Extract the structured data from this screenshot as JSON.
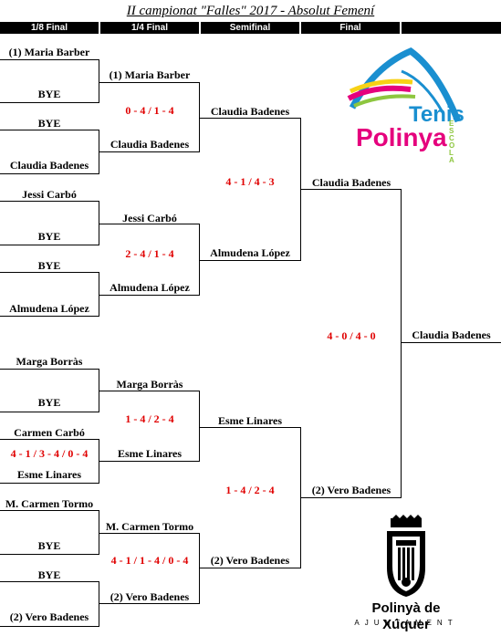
{
  "title": "II campionat \"Falles\" 2017 - Absolut Femení",
  "rounds": [
    "1/8 Final",
    "1/4 Final",
    "Semifinal",
    "Final"
  ],
  "r16": [
    "(1) Maria Barber",
    "BYE",
    "BYE",
    "Claudia Badenes",
    "Jessi Carbó",
    "BYE",
    "BYE",
    "Almudena López",
    "Marga Borràs",
    "BYE",
    "Carmen Carbó",
    "Esme Linares",
    "M. Carmen Tormo",
    "BYE",
    "BYE",
    "(2) Vero Badenes"
  ],
  "r16_score": "4 - 1 / 3 - 4 / 0 - 4",
  "qf": [
    "(1) Maria Barber",
    "Claudia Badenes",
    "Jessi Carbó",
    "Almudena López",
    "Marga Borràs",
    "Esme Linares",
    "M. Carmen Tormo",
    "(2) Vero Badenes"
  ],
  "qf_scores": [
    "0 - 4 / 1 - 4",
    "2 - 4 / 1 - 4",
    "1 - 4 / 2 - 4",
    "4 - 1 / 1 - 4 / 0 - 4"
  ],
  "sf": [
    "Claudia Badenes",
    "Almudena López",
    "Esme Linares",
    "(2) Vero Badenes"
  ],
  "sf_scores": [
    "4 - 1 / 4 - 3",
    "1 - 4 / 2 - 4"
  ],
  "final": [
    "Claudia Badenes",
    "(2) Vero Badenes"
  ],
  "final_score": "4 - 0 / 4 - 0",
  "champion": "Claudia Badenes",
  "logo_tenis": {
    "word1": "Tenis",
    "word2": "Polinya",
    "word3": "ESCOLA"
  },
  "logo_city": {
    "name": "Polinyà de Xúquer",
    "sub": "AJUNTAMENT"
  },
  "colors": {
    "header": "#000000",
    "score": "#e00000",
    "logo_blue": "#1a8fd0",
    "logo_pink": "#e5007d",
    "logo_green": "#8dc63f",
    "logo_yellow": "#f7d116"
  }
}
